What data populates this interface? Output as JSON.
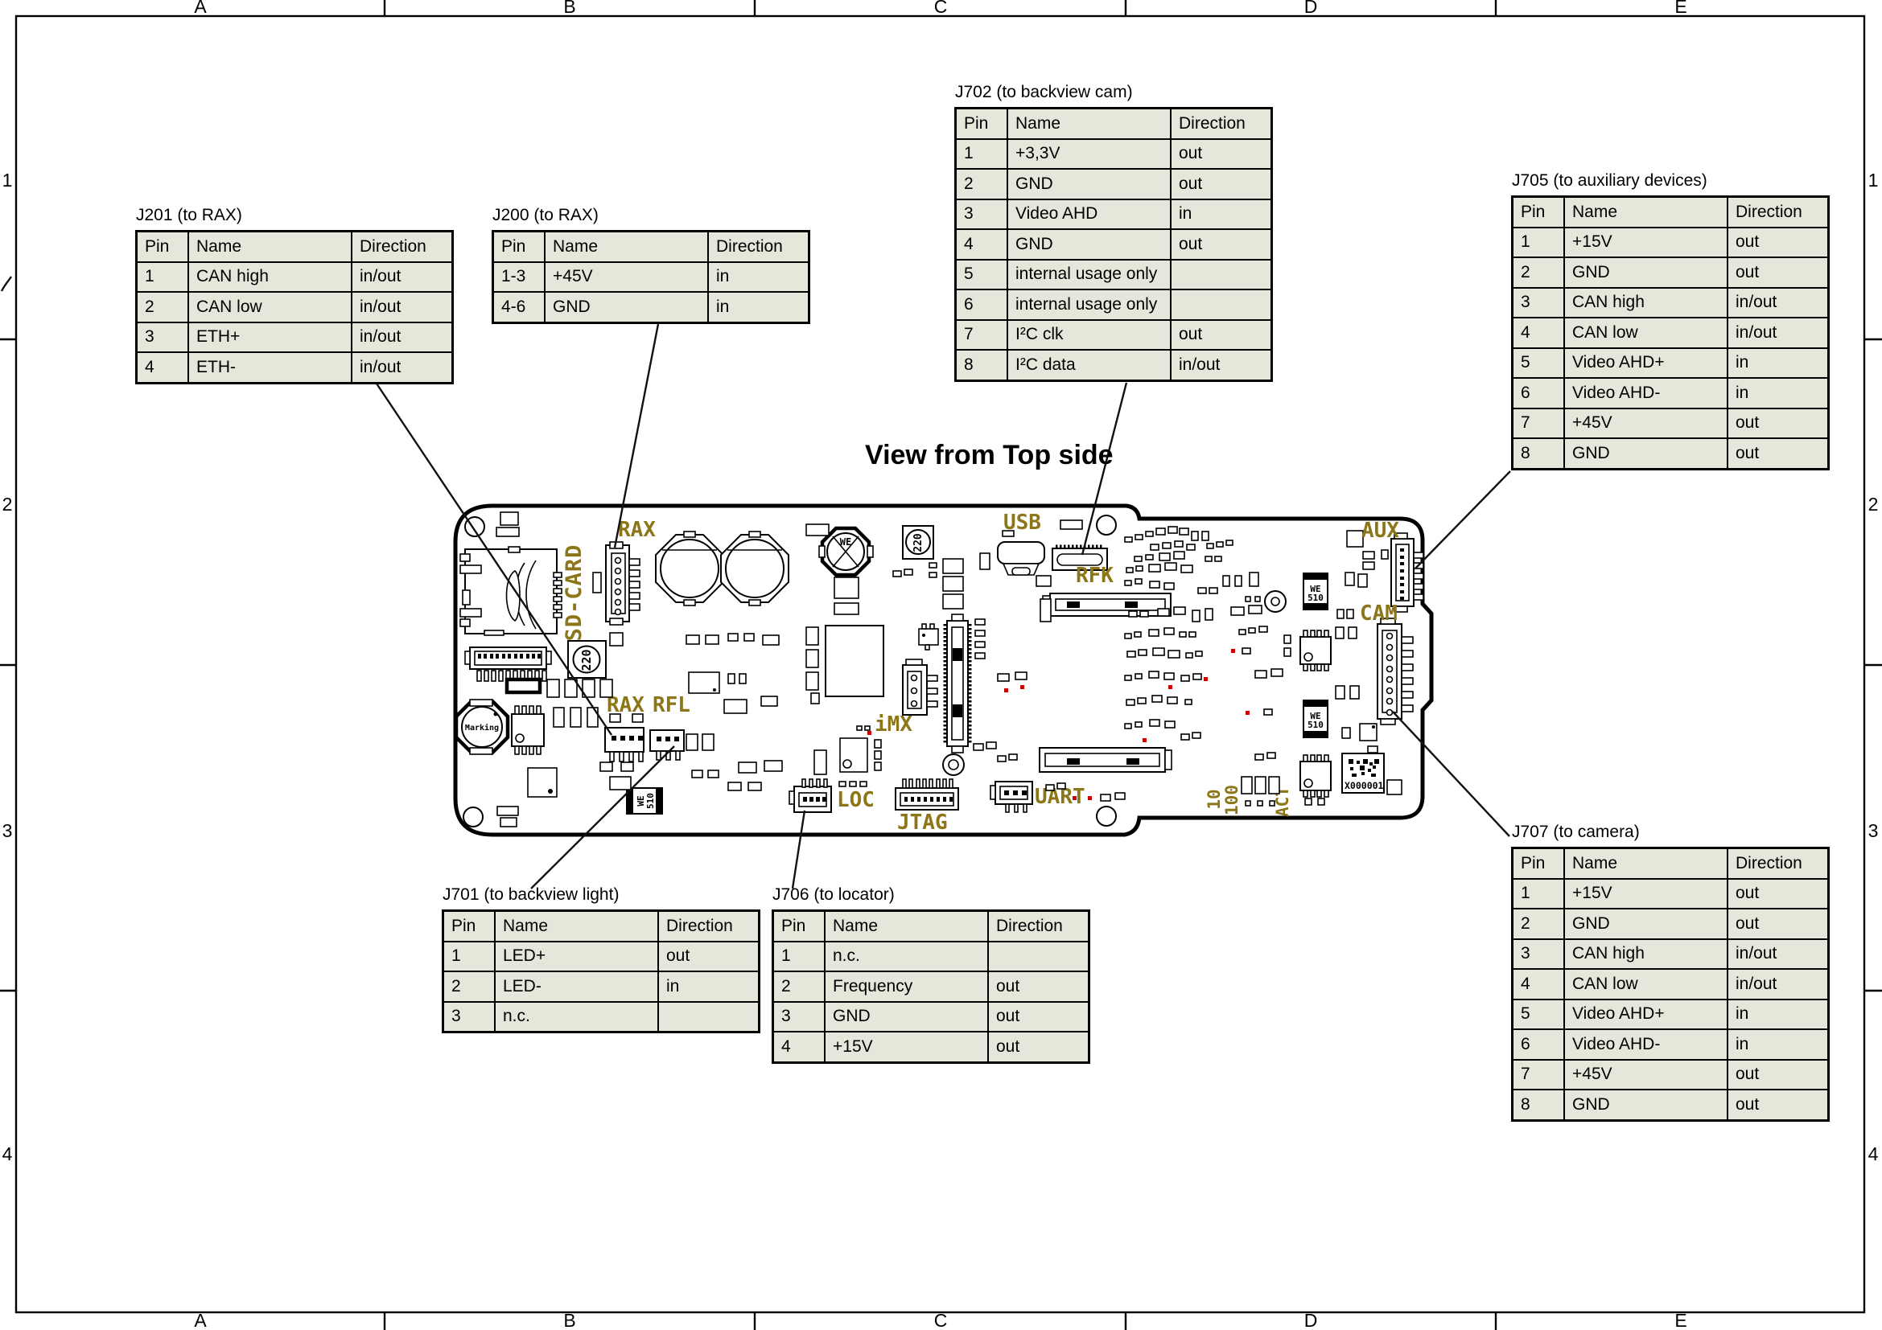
{
  "sheet": {
    "view_title": "View from Top side"
  },
  "frame": {
    "columns": [
      "A",
      "B",
      "C",
      "D",
      "E"
    ],
    "rows": [
      "1",
      "2",
      "3",
      "4"
    ]
  },
  "tables": {
    "j201": {
      "title": "J201 (to RAX)",
      "columns": [
        "Pin",
        "Name",
        "Direction"
      ],
      "rows": [
        [
          "1",
          "CAN high",
          "in/out"
        ],
        [
          "2",
          "CAN low",
          "in/out"
        ],
        [
          "3",
          "ETH+",
          "in/out"
        ],
        [
          "4",
          "ETH-",
          "in/out"
        ]
      ]
    },
    "j200": {
      "title": "J200 (to RAX)",
      "columns": [
        "Pin",
        "Name",
        "Direction"
      ],
      "rows": [
        [
          "1-3",
          "+45V",
          "in"
        ],
        [
          "4-6",
          "GND",
          "in"
        ]
      ]
    },
    "j702": {
      "title": "J702 (to backview cam)",
      "columns": [
        "Pin",
        "Name",
        "Direction"
      ],
      "rows": [
        [
          "1",
          "+3,3V",
          "out"
        ],
        [
          "2",
          "GND",
          "out"
        ],
        [
          "3",
          "Video AHD",
          "in"
        ],
        [
          "4",
          "GND",
          "out"
        ],
        [
          "5",
          "internal usage only",
          ""
        ],
        [
          "6",
          "internal usage only",
          ""
        ],
        [
          "7",
          "I²C clk",
          "out"
        ],
        [
          "8",
          "I²C data",
          "in/out"
        ]
      ]
    },
    "j705": {
      "title": "J705 (to auxiliary devices)",
      "columns": [
        "Pin",
        "Name",
        "Direction"
      ],
      "rows": [
        [
          "1",
          "+15V",
          "out"
        ],
        [
          "2",
          "GND",
          "out"
        ],
        [
          "3",
          "CAN high",
          "in/out"
        ],
        [
          "4",
          "CAN low",
          "in/out"
        ],
        [
          "5",
          "Video AHD+",
          "in"
        ],
        [
          "6",
          "Video AHD-",
          "in"
        ],
        [
          "7",
          "+45V",
          "out"
        ],
        [
          "8",
          "GND",
          "out"
        ]
      ]
    },
    "j701": {
      "title": "J701 (to backview light)",
      "columns": [
        "Pin",
        "Name",
        "Direction"
      ],
      "rows": [
        [
          "1",
          "LED+",
          "out"
        ],
        [
          "2",
          "LED-",
          "in"
        ],
        [
          "3",
          "n.c.",
          ""
        ]
      ]
    },
    "j706": {
      "title": "J706 (to locator)",
      "columns": [
        "Pin",
        "Name",
        "Direction"
      ],
      "rows": [
        [
          "1",
          "n.c.",
          ""
        ],
        [
          "2",
          "Frequency",
          "out"
        ],
        [
          "3",
          "GND",
          "out"
        ],
        [
          "4",
          "+15V",
          "out"
        ]
      ]
    },
    "j707": {
      "title": "J707 (to camera)",
      "columns": [
        "Pin",
        "Name",
        "Direction"
      ],
      "rows": [
        [
          "1",
          "+15V",
          "out"
        ],
        [
          "2",
          "GND",
          "out"
        ],
        [
          "3",
          "CAN high",
          "in/out"
        ],
        [
          "4",
          "CAN low",
          "in/out"
        ],
        [
          "5",
          "Video AHD+",
          "in"
        ],
        [
          "6",
          "Video AHD-",
          "in"
        ],
        [
          "7",
          "+45V",
          "out"
        ],
        [
          "8",
          "GND",
          "out"
        ]
      ]
    }
  },
  "board": {
    "connector_labels": {
      "rax_top": "RAX",
      "sd_card": "SD-CARD",
      "rax_mid": "RAX",
      "rfl": "RFL",
      "usb": "USB",
      "rfk": "RFK",
      "aux": "AUX",
      "cam": "CAM",
      "imx": "iMX",
      "loc": "LOC",
      "jtag": "JTAG",
      "uart": "UART",
      "eth10": "10",
      "eth100": "100",
      "act": "ACT"
    },
    "component_labels": {
      "we": "WE",
      "p510": "510",
      "marking": "Marking",
      "ohm220": "220",
      "serial": "X000001"
    }
  },
  "colors": {
    "label_gold": "#8c7618",
    "table_bg": "#e6e6da",
    "accent_red": "#cc0000"
  }
}
